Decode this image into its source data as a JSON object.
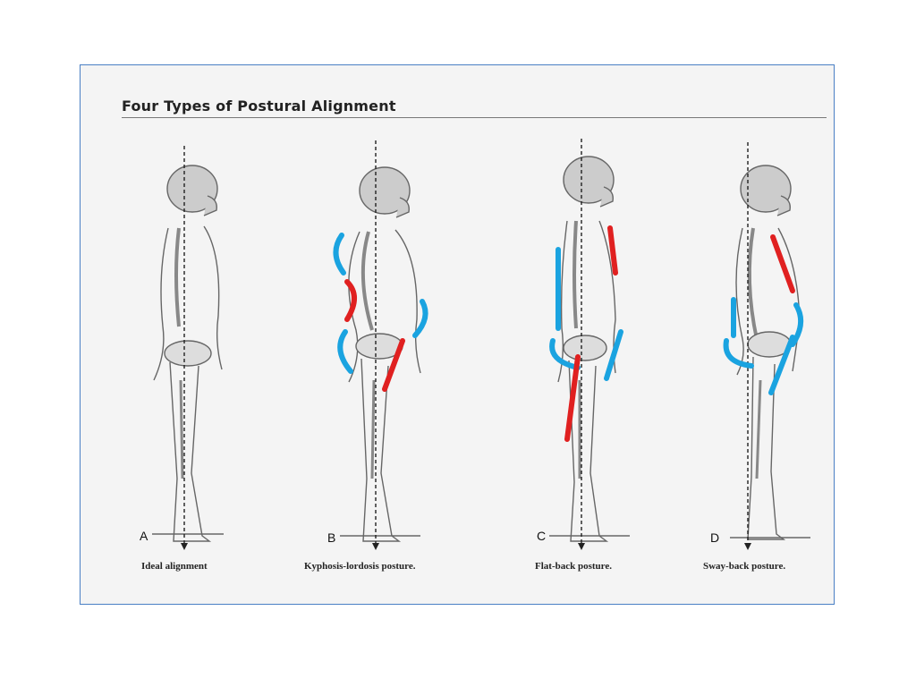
{
  "diagram": {
    "title": "Four Types of Postural Alignment",
    "figures": [
      {
        "letter": "A",
        "caption": "Ideal alignment"
      },
      {
        "letter": "B",
        "caption": "Kyphosis-lordosis posture."
      },
      {
        "letter": "C",
        "caption": "Flat-back posture."
      },
      {
        "letter": "D",
        "caption": "Sway-back posture."
      }
    ],
    "colors": {
      "frame": "#4a7fc4",
      "highlight_tight": "#e02020",
      "highlight_weak": "#1aa3e0"
    }
  }
}
